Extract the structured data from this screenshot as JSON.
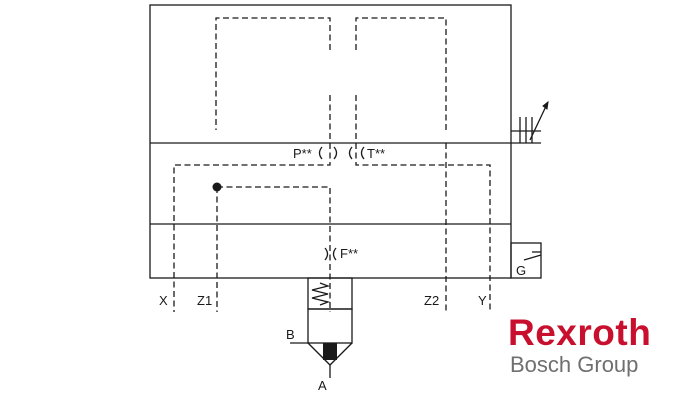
{
  "diagram": {
    "labels": {
      "p": "P**",
      "t": "T**",
      "f": "F**",
      "x": "X",
      "z1": "Z1",
      "z2": "Z2",
      "y": "Y",
      "b": "B",
      "a": "A",
      "g": "G"
    }
  },
  "logo": {
    "name": "Rexroth",
    "tagline": "Bosch Group",
    "color": "#c8102e",
    "tagline_color": "#6f6f6f"
  }
}
